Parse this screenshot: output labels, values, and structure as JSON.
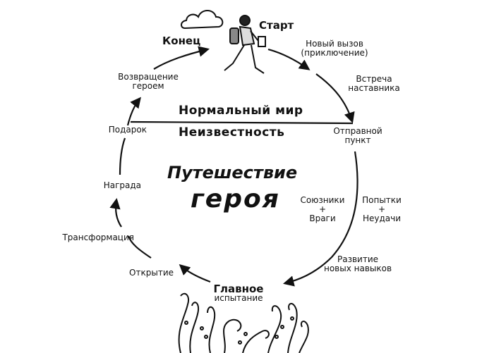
{
  "diagram": {
    "title_line1": "Путешествие",
    "title_line2": "героя",
    "ordinary_world": "Нормальный мир",
    "unknown": "Неизвестность",
    "stages": {
      "start": "Старт",
      "call": "Новый вызов",
      "call_sub": "(приключение)",
      "mentor_1": "Встреча",
      "mentor_2": "наставника",
      "threshold_1": "Отправной",
      "threshold_2": "пункт",
      "trials_1": "Попытки",
      "trials_plus": "+",
      "trials_2": "Неудачи",
      "allies_1": "Союзники",
      "allies_plus": "+",
      "allies_2": "Враги",
      "skills_1": "Развитие",
      "skills_2": "новых навыков",
      "ordeal_1": "Главное",
      "ordeal_2": "испытание",
      "revelation": "Открытие",
      "transformation": "Трансформация",
      "reward": "Награда",
      "gift": "Подарок",
      "return_1": "Возвращение",
      "return_2": "героем",
      "end": "Конец"
    }
  }
}
